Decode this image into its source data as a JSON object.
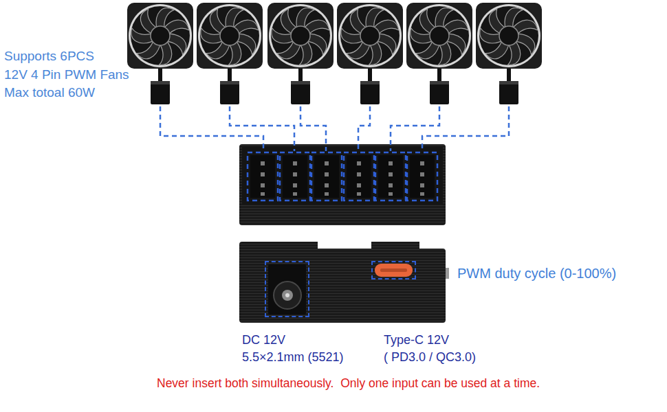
{
  "diagram": {
    "nodes": [
      {
        "text": [
          "DC 12V",
          "5.5×2.1mm (5521)"
        ]
      },
      {
        "text": [
          "Type-C 12V",
          "( PD3.0 / QC3.0)"
        ]
      }
    ],
    "labels": [
      "Supports 6PCS",
      "12V 4 Pin PWM Fans",
      "Max totoal 60W",
      "PWM duty cycle (0-100%)",
      "Never insert both simultaneously.  Only one input can be used at a time."
    ]
  }
}
